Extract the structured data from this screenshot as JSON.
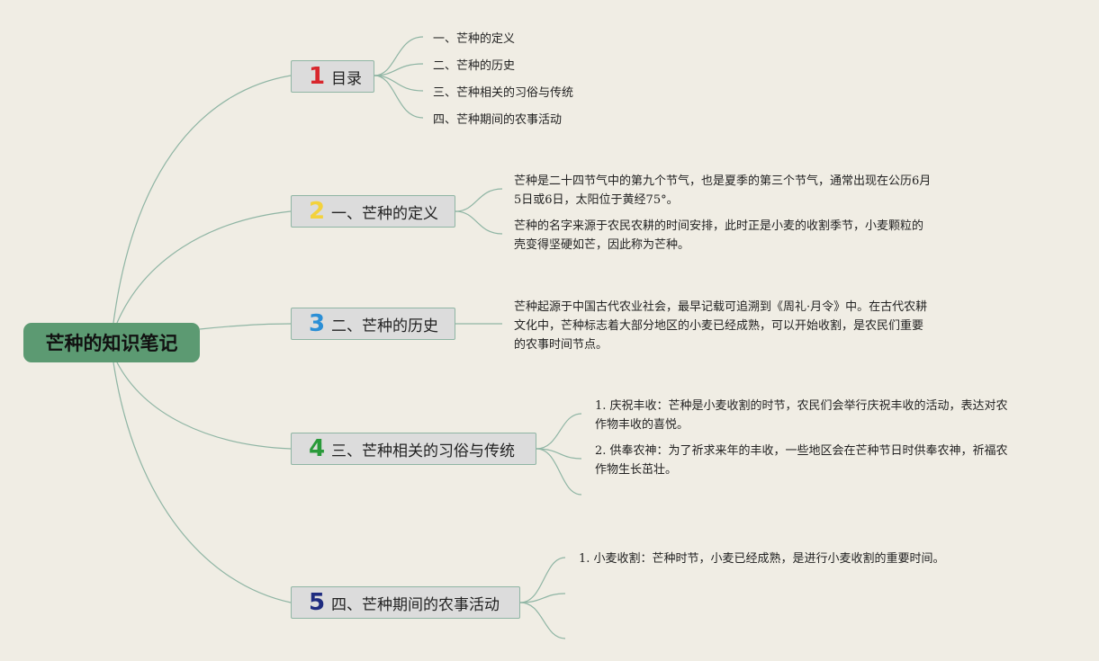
{
  "root": {
    "title": "芒种的知识笔记"
  },
  "colors": {
    "root_bg": "#5c9a72",
    "branch_bg": "#dcdcdc",
    "line": "#8fb5a4",
    "num1": "#d8272d",
    "num2": "#f3d23c",
    "num3": "#2b8fd6",
    "num4": "#2a9a3a",
    "num5": "#1f2c80"
  },
  "branches": [
    {
      "num": "1",
      "label": "目录"
    },
    {
      "num": "2",
      "label": "一、芒种的定义"
    },
    {
      "num": "3",
      "label": "二、芒种的历史"
    },
    {
      "num": "4",
      "label": "三、芒种相关的习俗与传统"
    },
    {
      "num": "5",
      "label": "四、芒种期间的农事活动"
    }
  ],
  "toc": [
    "一、芒种的定义",
    "二、芒种的历史",
    "三、芒种相关的习俗与传统",
    "四、芒种期间的农事活动"
  ],
  "definition": {
    "p1": [
      "芒种是二十四节气中的第九个节气，也是夏季的第三个节气，通常出现在公历6月",
      "5日或6日，太阳位于黄经75°。"
    ],
    "p2": [
      "芒种的名字来源于农民农耕的时间安排，此时正是小麦的收割季节，小麦颗粒的",
      "壳变得坚硬如芒，因此称为芒种。"
    ]
  },
  "history": {
    "p1": [
      "芒种起源于中国古代农业社会，最早记载可追溯到《周礼·月令》中。在古代农耕",
      "文化中，芒种标志着大部分地区的小麦已经成熟，可以开始收割，是农民们重要",
      "的农事时间节点。"
    ]
  },
  "customs": {
    "p1": [
      "1. 庆祝丰收：芒种是小麦收割的时节，农民们会举行庆祝丰收的活动，表达对农",
      "作物丰收的喜悦。"
    ],
    "p2": [
      "2. 供奉农神：为了祈求来年的丰收，一些地区会在芒种节日时供奉农神，祈福农",
      "作物生长茁壮。"
    ]
  },
  "farming": {
    "p1": [
      "1. 小麦收割：芒种时节，小麦已经成熟，是进行小麦收割的重要时间。"
    ]
  }
}
